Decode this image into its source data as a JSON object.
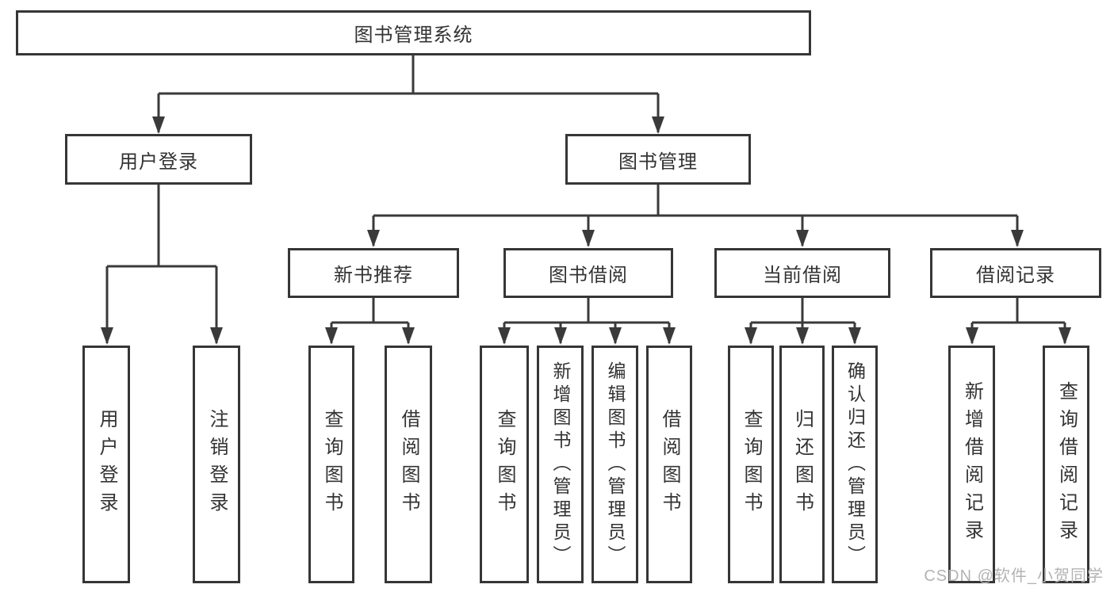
{
  "diagram": {
    "root": {
      "label": "图书管理系统"
    },
    "branches": [
      {
        "label": "用户登录",
        "children": [
          {
            "label": "用户登录"
          },
          {
            "label": "注销登录"
          }
        ]
      },
      {
        "label": "图书管理",
        "children": [
          {
            "label": "新书推荐",
            "children": [
              {
                "label": "查询图书"
              },
              {
                "label": "借阅图书"
              }
            ]
          },
          {
            "label": "图书借阅",
            "children": [
              {
                "label": "查询图书"
              },
              {
                "label": "新增图书（管理员）"
              },
              {
                "label": "编辑图书（管理员）"
              },
              {
                "label": "借阅图书"
              }
            ]
          },
          {
            "label": "当前借阅",
            "children": [
              {
                "label": "查询图书"
              },
              {
                "label": "归还图书"
              },
              {
                "label": "确认归还（管理员）"
              }
            ]
          },
          {
            "label": "借阅记录",
            "children": [
              {
                "label": "新增借阅记录"
              },
              {
                "label": "查询借阅记录"
              }
            ]
          }
        ]
      }
    ]
  },
  "watermark": {
    "text": "CSDN @软件_小贺同学"
  },
  "colors": {
    "line": "#3a3a3a",
    "border": "#363636",
    "text": "#333333",
    "watermark": "#b3b3b3",
    "background": "#ffffff"
  }
}
